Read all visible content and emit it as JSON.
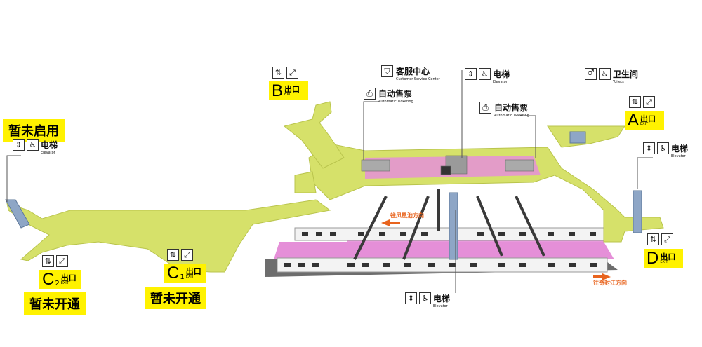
{
  "colors": {
    "concourse": "#d6e16a",
    "platform": "#e58fd8",
    "track": "#6d6d6d",
    "train": "#f3f3f3",
    "label_bg": "#fff200",
    "elevator_shaft": "#8ea6c6",
    "direction_text": "#e8641e"
  },
  "exits": {
    "A": {
      "letter": "A",
      "sub": "",
      "zh": "出口",
      "en": "EXIT"
    },
    "B": {
      "letter": "B",
      "sub": "",
      "zh": "出口",
      "en": "EXIT"
    },
    "C1": {
      "letter": "C",
      "sub": "1",
      "zh": "出口",
      "en": "EXIT"
    },
    "C2": {
      "letter": "C",
      "sub": "2",
      "zh": "出口",
      "en": "EXIT"
    },
    "D": {
      "letter": "D",
      "sub": "",
      "zh": "出口",
      "en": "EXIT"
    }
  },
  "banners": {
    "not_in_use": "暂未启用",
    "c1_not_open": "暂未开通",
    "c2_not_open": "暂未开通"
  },
  "facilities": {
    "elevator_zh": "电梯",
    "elevator_en": "Elevator",
    "service_zh": "客服中心",
    "service_en": "Customer Service Center",
    "ticket_zh": "自动售票",
    "ticket_en": "Automatic Ticketing",
    "toilet_zh": "卫生间",
    "toilet_en": "Toilets"
  },
  "icons": [
    "escalator-icon",
    "elevator-icon",
    "wheelchair-icon",
    "service-desk-icon",
    "ticket-machine-icon",
    "toilet-icon"
  ],
  "directions": {
    "left_bound": "往凤凰池方向",
    "right_bound": "往奇封江方向"
  }
}
